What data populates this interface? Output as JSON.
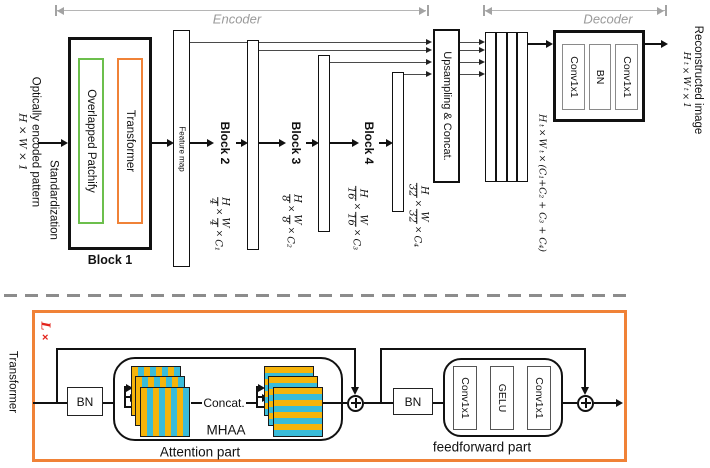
{
  "top": {
    "encoder_label": "Encoder",
    "decoder_label": "Decoder",
    "input": {
      "line1": "Optically encoded pattern",
      "dims": "H × W × 1"
    },
    "standardization": "Standardization",
    "block1": {
      "caption": "Block 1",
      "patchify": "Overlapped Patchify",
      "transformer": "Transformer"
    },
    "feature_map": "Feature map",
    "blocks": {
      "b2": "Block 2",
      "b3": "Block 3",
      "b4": "Block 4"
    },
    "bar_dims": [
      {
        "n1": "H",
        "d1": "4",
        "x1": "×",
        "n2": "W",
        "d2": "4",
        "x2": "×",
        "c": "C₁"
      },
      {
        "n1": "H",
        "d1": "8",
        "x1": "×",
        "n2": "W",
        "d2": "8",
        "x2": "×",
        "c": "C₂"
      },
      {
        "n1": "H",
        "d1": "16",
        "x1": "×",
        "n2": "W",
        "d2": "16",
        "x2": "×",
        "c": "C₃"
      },
      {
        "n1": "H",
        "d1": "32",
        "x1": "×",
        "n2": "W",
        "d2": "32",
        "x2": "×",
        "c": "C₄"
      }
    ],
    "upsampling": "Upsampling & Concat.",
    "concat_dims": {
      "a": "H",
      "at": "t",
      "x1": "×",
      "b": "W",
      "bt": "t",
      "x2": "×",
      "tail": "(C₁+C₂ + C₃ + C₄)"
    },
    "decoder_box": {
      "conv1": "Conv1x1",
      "bn": "BN",
      "conv2": "Conv1x1"
    },
    "output": {
      "line1": "Reconstructed image",
      "a": "H",
      "at": "t",
      "x1": "×",
      "b": "W",
      "bt": "t",
      "x2": "×",
      "c": "1"
    }
  },
  "bottom": {
    "transformer_label": "Transformer",
    "loop": {
      "l": "L",
      "times": "×"
    },
    "bn1": "BN",
    "bn2": "BN",
    "concat": "Concat.",
    "mhaa": "MHAA",
    "attention_caption": "Attention part",
    "ff_caption": "feedforward part",
    "ff": {
      "conv1": "Conv1x1",
      "gelu": "GELU",
      "conv2": "Conv1x1"
    }
  },
  "colors": {
    "patchify_green": "#6cbf4c",
    "accent_orange": "#f08237",
    "stripe_yellow": "#f6b40a",
    "stripe_cyan": "#39bcd9",
    "loop_red": "#e3231b",
    "annotation_gray": "#9a9a9a"
  }
}
